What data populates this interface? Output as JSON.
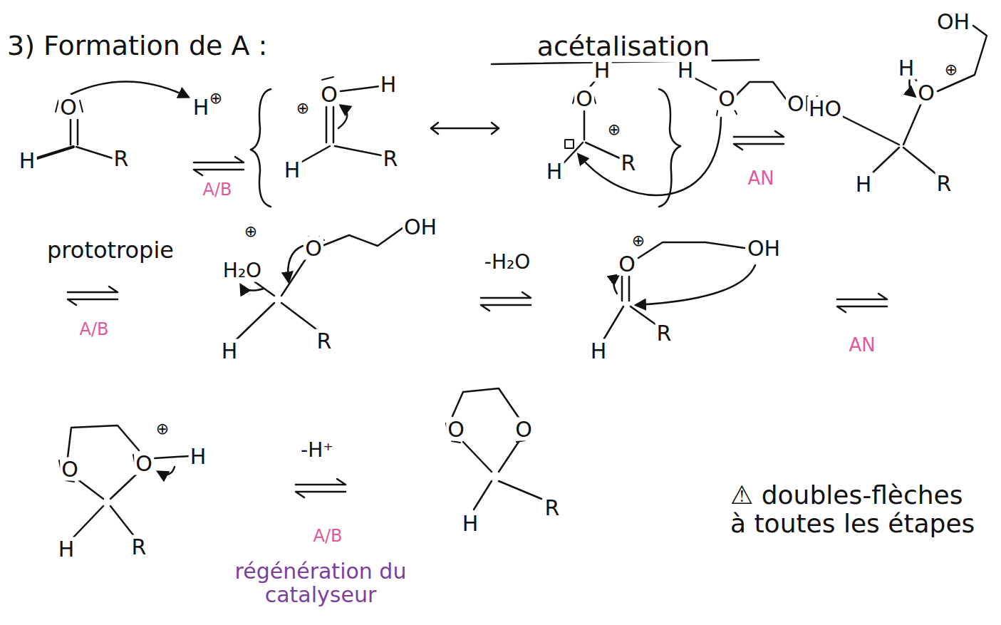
{
  "diagram": {
    "title": "3) Formation de A :",
    "labels": [
      "acétalisation",
      "O",
      "H",
      "R",
      "H",
      "⊕",
      "A/B",
      "⊕",
      "O",
      "H",
      "H",
      "R",
      "O",
      "H",
      "⊕",
      "H",
      "R",
      "H",
      "O",
      "OH",
      "AN",
      "HO",
      "H",
      "⊕",
      "O",
      "OH",
      "H",
      "R",
      "prototropie",
      "A/B",
      "⊕",
      "H₂O",
      "O",
      "OH",
      "H",
      "R",
      "-H₂O",
      "⊕",
      "O",
      "OH",
      "H",
      "R",
      "AN",
      "O",
      "O",
      "⊕",
      "H",
      "H",
      "R",
      "-H⁺",
      "A/B",
      "régénération du catalyseur",
      "O",
      "O",
      "H",
      "R",
      "⚠ doubles-flèches à toutes les étapes"
    ]
  }
}
